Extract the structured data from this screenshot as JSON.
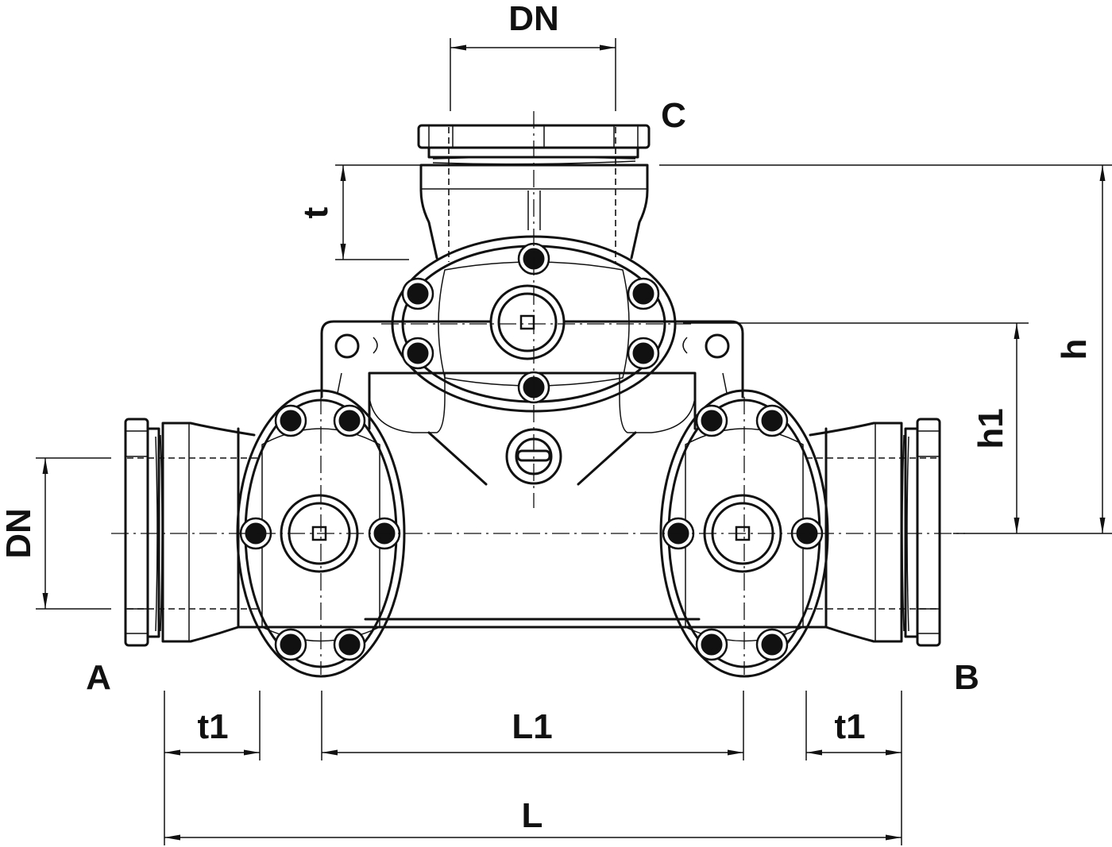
{
  "labels": {
    "top_dn": "DN",
    "left_dn": "DN",
    "port_a": "A",
    "port_b": "B",
    "port_c": "C",
    "t": "t",
    "h": "h",
    "h1": "h1",
    "t1_left": "t1",
    "t1_right": "t1",
    "l1": "L1",
    "l": "L"
  },
  "colors": {
    "line": "#111111",
    "background": "#ffffff"
  }
}
